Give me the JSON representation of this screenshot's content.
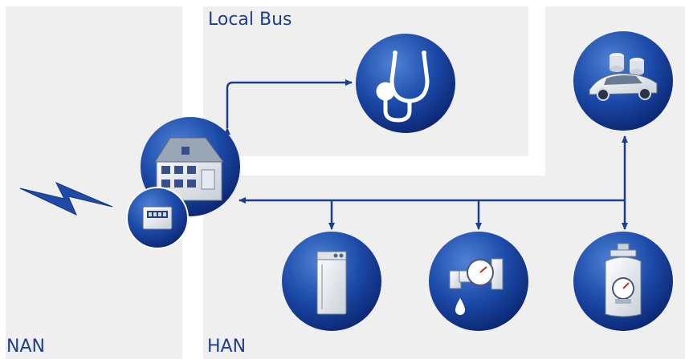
{
  "zones": {
    "nan_label": "NAN",
    "han_label": "HAN",
    "local_bus_label": "Local Bus"
  },
  "colors": {
    "zone_bg": "#efefef",
    "label": "#1f3f8a",
    "arrow": "#1b3f8c",
    "circle_dark": "#0d2a78",
    "circle_light": "#3f72c8"
  },
  "nodes": [
    {
      "name": "house",
      "icon": "house-icon"
    },
    {
      "name": "smart-meter",
      "icon": "electricity-meter-icon"
    },
    {
      "name": "health-monitor",
      "icon": "stethoscope-icon"
    },
    {
      "name": "electric-vehicle",
      "icon": "car-icon"
    },
    {
      "name": "heating-boiler",
      "icon": "boiler-icon"
    },
    {
      "name": "water-meter",
      "icon": "water-meter-icon"
    },
    {
      "name": "gas-meter",
      "icon": "gas-cylinder-icon"
    }
  ]
}
